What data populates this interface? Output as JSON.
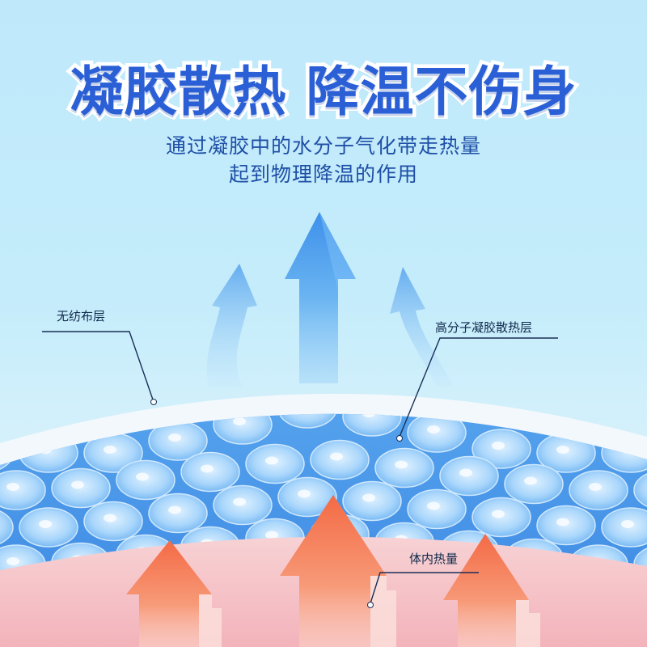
{
  "headline": "凝胶散热 降温不伤身",
  "subtitle": {
    "line1": "通过凝胶中的水分子气化带走热量",
    "line2": "起到物理降温的作用"
  },
  "labels": {
    "nonwoven_layer": "无纺布层",
    "gel_layer": "高分子凝胶散热层",
    "body_heat": "体内热量"
  },
  "colors": {
    "headline": "#2a5fd6",
    "subtitle": "#1f4fa6",
    "gel_blue": "#3a8fe6",
    "heat_orange": "#f4744a",
    "skin_pink": "#f7c7cb"
  },
  "icons": {
    "cool_arrow": "arrow-up-icon",
    "heat_arrow": "arrow-up-icon"
  }
}
